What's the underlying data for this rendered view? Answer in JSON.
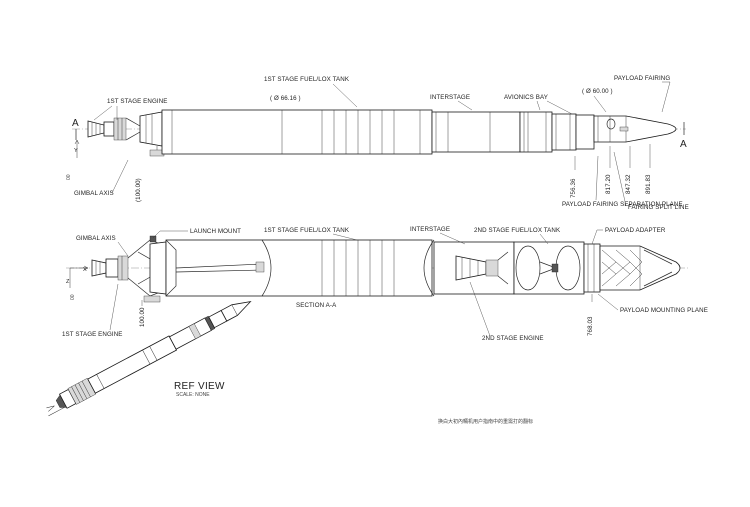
{
  "side_view": {
    "section_marker_left": "A",
    "section_marker_right": "A",
    "engine_label": "1ST STAGE ENGINE",
    "tank_label": "1ST STAGE FUEL/LOX TANK",
    "tank_diameter": "( Ø 66.16 )",
    "interstage_label": "INTERSTAGE",
    "avionics_label": "AVIONICS BAY",
    "fairing_diameter": "( Ø 60.00 )",
    "fairing_label": "PAYLOAD FAIRING",
    "gimbal_label": "GIMBAL AXIS",
    "gimbal_dim": "(100.00)",
    "origin_dim": "00",
    "axis_y": "Y",
    "dim_separation": "756.36",
    "dim_817": "817.20",
    "dim_847": "847.32",
    "dim_891": "891.83",
    "separation_label": "PAYLOAD FAIRING SEPARATION PLANE",
    "split_label": "FAIRING SPLIT LINE"
  },
  "section_view": {
    "gimbal_label": "GIMBAL AXIS",
    "launch_mount_label": "LAUNCH MOUNT",
    "tank1_label": "1ST STAGE FUEL/LOX TANK",
    "interstage_label": "INTERSTAGE",
    "tank2_label": "2ND STAGE FUEL/LOX TANK",
    "adapter_label": "PAYLOAD ADAPTER",
    "axis_x": "X",
    "axis_z": "Z",
    "origin_dim": "00",
    "engine_label": "1ST STAGE ENGINE",
    "dim_100": "100.00",
    "section_title": "SECTION  A-A",
    "engine2_label": "2ND STAGE ENGINE",
    "dim_768": "768.03",
    "mounting_label": "PAYLOAD MOUNTING PLANE"
  },
  "ref_view": {
    "title": "REF VIEW",
    "scale": "SCALE: NONE"
  },
  "footnote": "换白大初內輛机用户指南中的重需打的翻标"
}
